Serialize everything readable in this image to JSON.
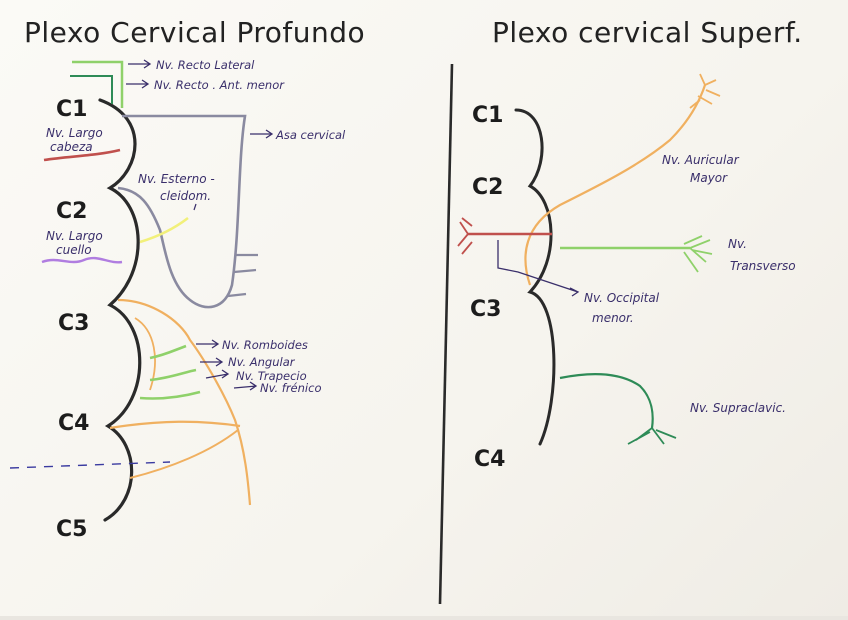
{
  "left": {
    "title": "Plexo Cervical Profundo",
    "levels": [
      "C1",
      "C2",
      "C3",
      "C4",
      "C5"
    ],
    "labels": {
      "recto_lateral": "Nv. Recto Lateral",
      "recto_ant": "Nv. Recto . Ant. menor",
      "asa": "Asa cervical",
      "largo_cabeza_1": "Nv. Largo",
      "largo_cabeza_2": "cabeza",
      "esterno_1": "Nv. Esterno -",
      "esterno_2": "cleidom.",
      "largo_cuello_1": "Nv. Largo",
      "largo_cuello_2": "cuello",
      "romboides": "Nv. Romboides",
      "angular": "Nv. Angular",
      "trapecio": "Nv. Trapecio",
      "frenico": "Nv. frénico"
    }
  },
  "right": {
    "title": "Plexo cervical Superf.",
    "levels": [
      "C1",
      "C2",
      "C3",
      "C4"
    ],
    "labels": {
      "auricular_1": "Nv. Auricular",
      "auricular_2": "Mayor",
      "transverso_1": "Nv.",
      "transverso_2": "Transverso",
      "occipital_1": "Nv. Occipital",
      "occipital_2": "menor.",
      "supraclav": "Nv. Supraclavic."
    }
  },
  "colors": {
    "ink": "#2a2a2a",
    "label": "#3a2f6b",
    "green_light": "#8fd16a",
    "green_dark": "#2e8b57",
    "orange": "#f0b060",
    "red": "#c0504d",
    "purple": "#b07de0",
    "gray": "#8a8aa0",
    "yellow": "#f2f07a"
  }
}
